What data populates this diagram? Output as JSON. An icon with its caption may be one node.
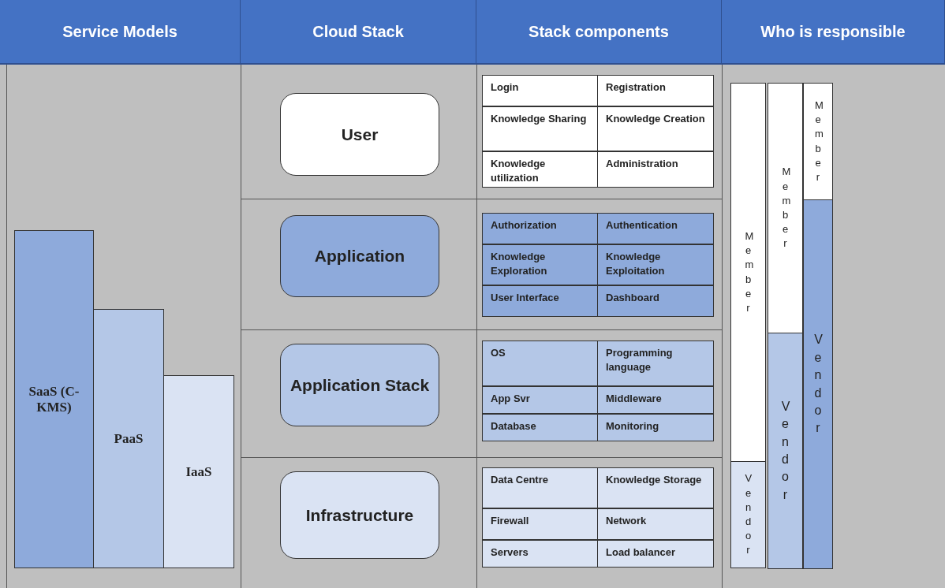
{
  "diagram": {
    "nodes": [
      {
        "text": [
          "Service Models"
        ]
      },
      {
        "text": [
          "Cloud Stack"
        ]
      },
      {
        "text": [
          "Stack components"
        ]
      },
      {
        "text": [
          "Who is responsible"
        ]
      },
      {
        "text": [
          "SaaS (C-KMS)"
        ]
      },
      {
        "text": [
          "PaaS"
        ]
      },
      {
        "text": [
          "IaaS"
        ]
      },
      {
        "text": [
          "User"
        ]
      },
      {
        "text": [
          "Application"
        ]
      },
      {
        "text": [
          "Application Stack"
        ]
      },
      {
        "text": [
          "Infrastructure"
        ]
      },
      {
        "text": [
          "Member"
        ]
      },
      {
        "text": [
          "Vendor"
        ]
      },
      {
        "text": [
          "Member"
        ]
      },
      {
        "text": [
          "Vendor"
        ]
      },
      {
        "text": [
          "Member"
        ]
      },
      {
        "text": [
          "Vendor"
        ]
      }
    ],
    "labels": [
      "Login",
      "Registration",
      "Knowledge Sharing",
      "Knowledge Creation",
      "Knowledge utilization",
      "Administration",
      "Authorization",
      "Authentication",
      "Knowledge Exploration",
      "Knowledge Exploitation",
      "User Interface",
      "Dashboard",
      "OS",
      "Programming language",
      "App Svr",
      "Middleware",
      "Database",
      "Monitoring",
      "Data Centre",
      "Knowledge Storage",
      "Firewall",
      "Network",
      "Servers",
      "Load balancer"
    ]
  }
}
